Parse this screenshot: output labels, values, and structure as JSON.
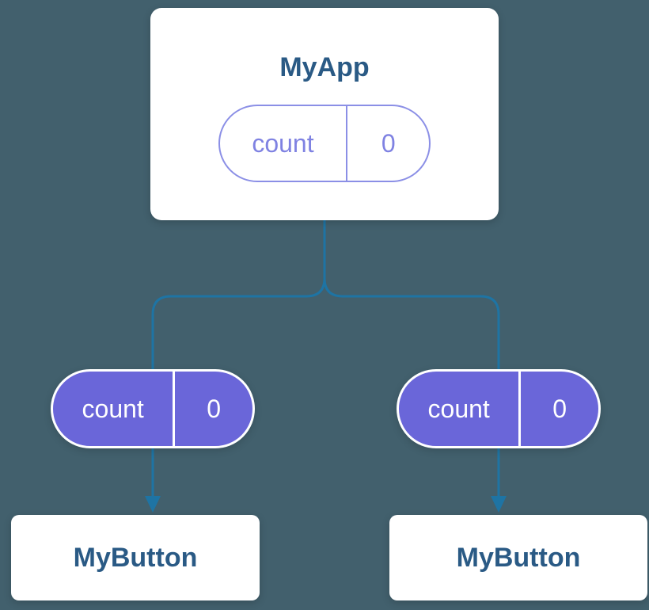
{
  "colors": {
    "bg": "#42606d",
    "connector": "#1e74a4",
    "heading": "#2a5a85",
    "node-bg": "#ffffff",
    "pill-fill": "#6a66d9",
    "pill-outline": "#8b8fe6",
    "pill-outline-text": "#7f82e2"
  },
  "root": {
    "title": "MyApp",
    "state": {
      "label": "count",
      "value": "0"
    }
  },
  "children": [
    {
      "pill": {
        "label": "count",
        "value": "0"
      },
      "title": "MyButton"
    },
    {
      "pill": {
        "label": "count",
        "value": "0"
      },
      "title": "MyButton"
    }
  ]
}
